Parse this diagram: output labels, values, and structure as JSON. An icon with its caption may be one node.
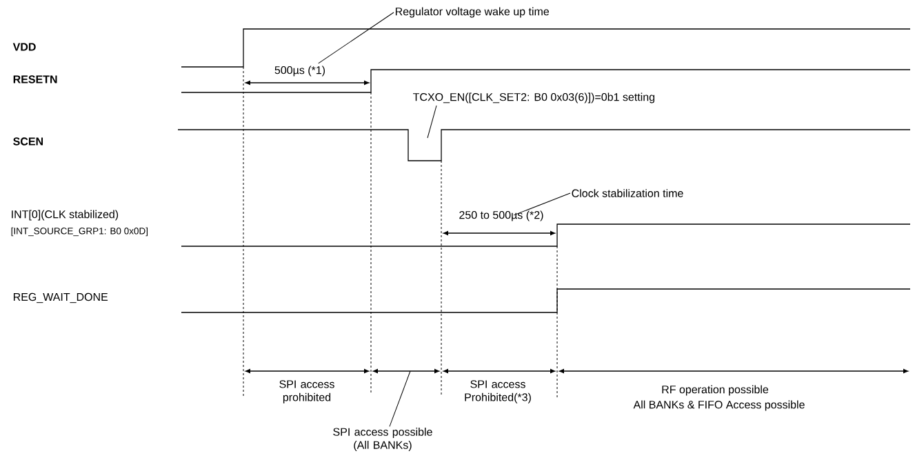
{
  "diagram": {
    "nodes": [
      {
        "text": [
          "Regulator voltage wake up time"
        ]
      },
      {
        "text": [
          "500µs (*1)"
        ]
      },
      {
        "text": [
          "TCXO_EN([CLK_SET2: B0 0x03(6)])=0b1 setting"
        ]
      },
      {
        "text": [
          "Clock stabilization time"
        ]
      },
      {
        "text": [
          "250 to 500µs (*2)"
        ]
      },
      {
        "text": [
          "SPI access possible (All BANKs)"
        ]
      }
    ],
    "edges": [
      {
        "from": 0,
        "to": 1,
        "arrow": "none"
      },
      {
        "from": 2,
        "to": null,
        "arrow": "none"
      },
      {
        "from": 3,
        "to": 4,
        "arrow": "none"
      },
      {
        "from": 5,
        "to": null,
        "arrow": "none"
      }
    ],
    "labels": [
      "VDD",
      "RESETN",
      "SCEN",
      "INT[0](CLK stabilized)",
      "[INT_SOURCE_GRP1: B0 0x0D]",
      "REG_WAIT_DONE",
      "SPI access prohibited",
      "SPI access Prohibited(*3)",
      "RF operation possible",
      "All BANKs & FIFO Access possible"
    ]
  }
}
